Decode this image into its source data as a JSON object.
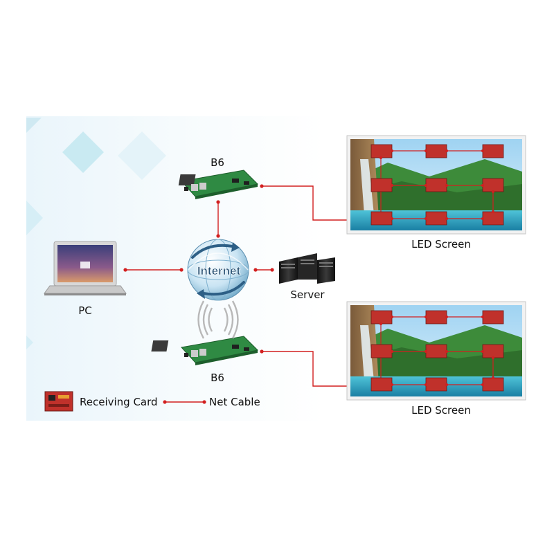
{
  "nodes": {
    "b6_top": "B6",
    "b6_bottom": "B6",
    "pc": "PC",
    "server": "Server",
    "internet": "Internet",
    "led_top": "LED Screen",
    "led_bottom": "LED Screen"
  },
  "legend": {
    "receiving_card": "Receiving Card",
    "net_cable": "Net Cable"
  },
  "colors": {
    "cable": "#d21f1f",
    "board": "#2f8a43",
    "card": "#c0312b",
    "accent": "#3fa7c8"
  }
}
